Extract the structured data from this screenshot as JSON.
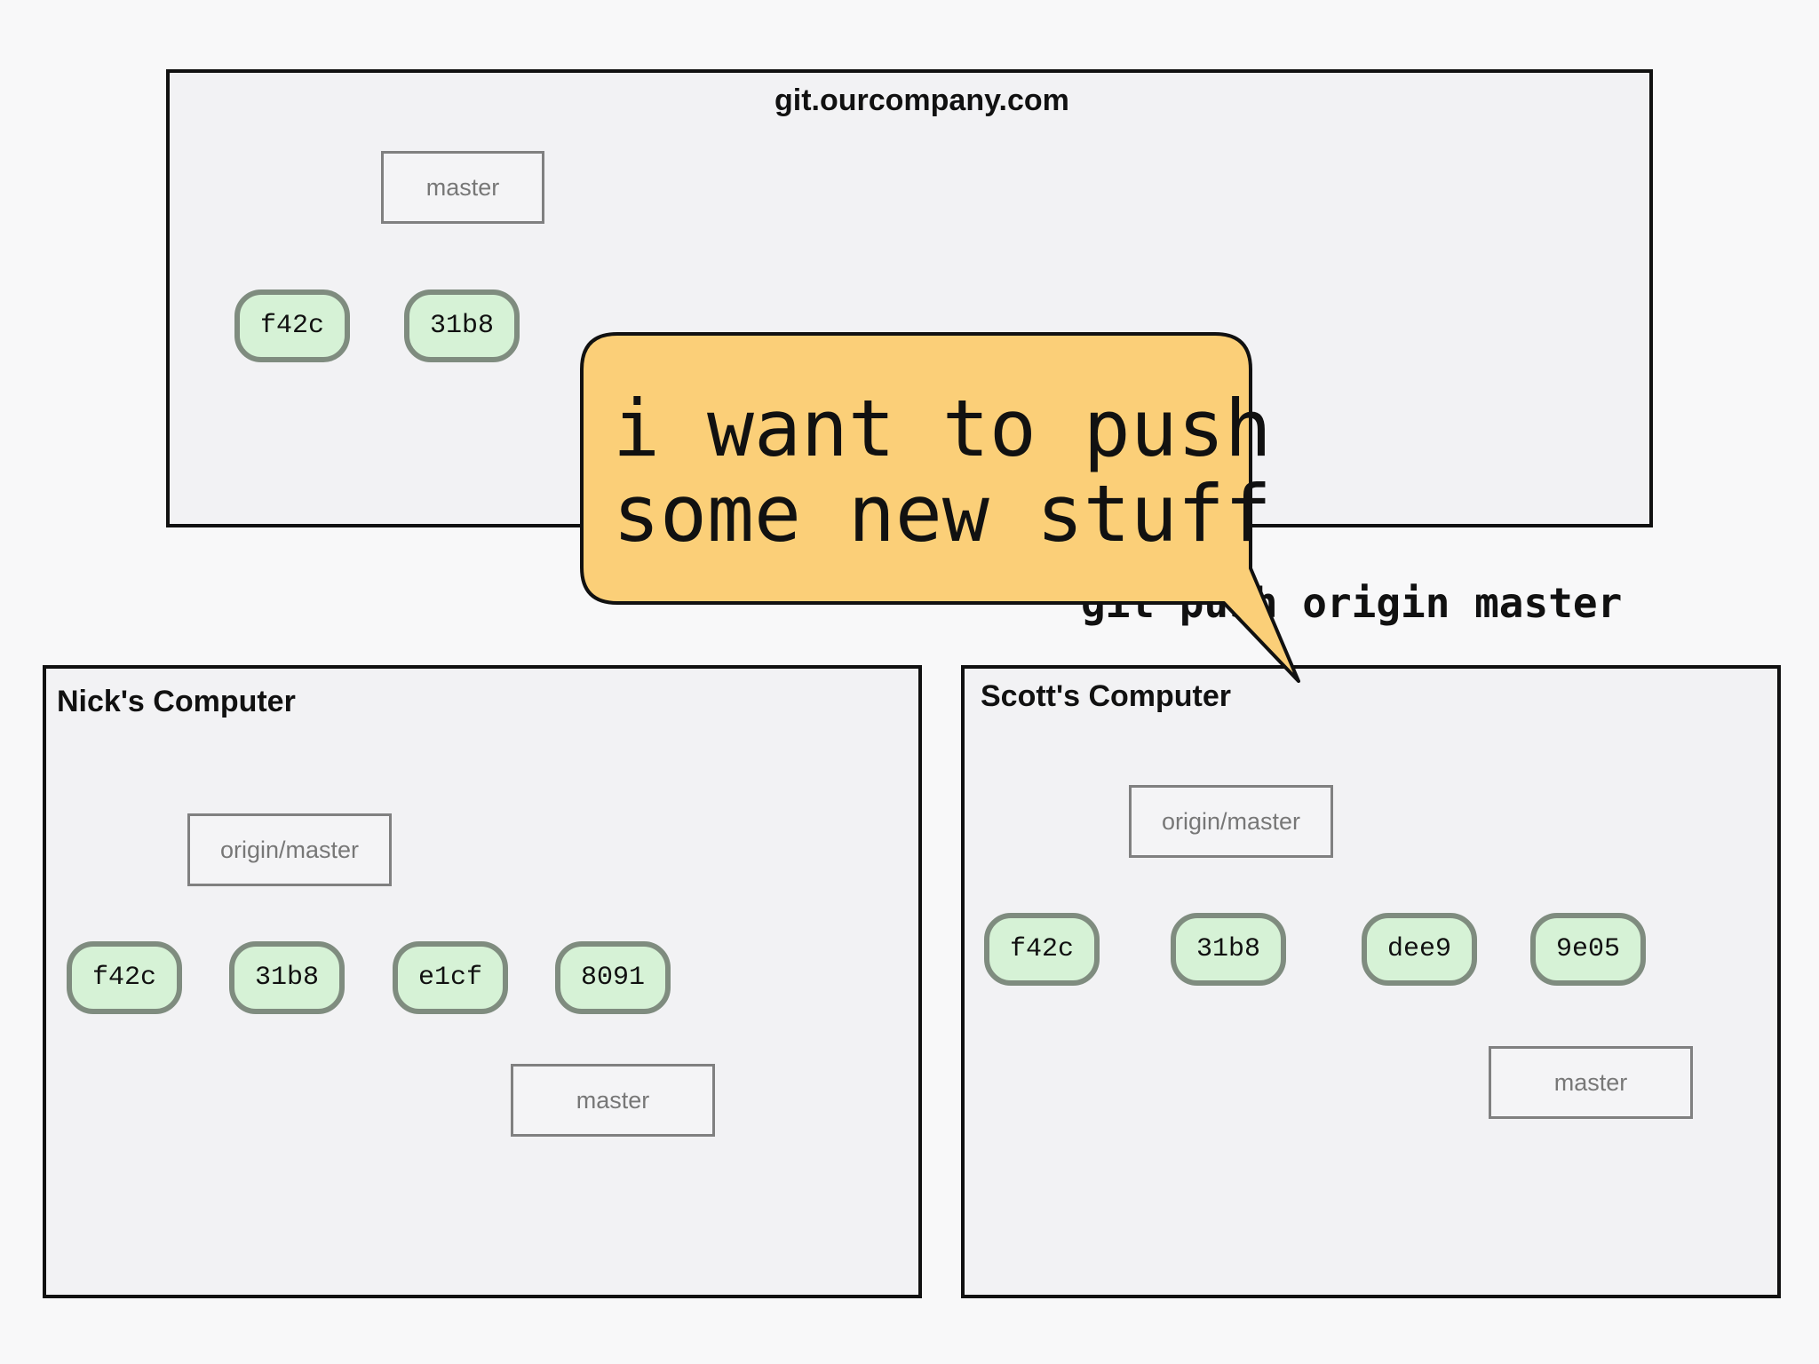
{
  "server": {
    "title": "git.ourcompany.com",
    "commits": [
      "f42c",
      "31b8"
    ],
    "refs": {
      "master": "master"
    }
  },
  "nick": {
    "title": "Nick's Computer",
    "commits": [
      "f42c",
      "31b8",
      "e1cf",
      "8091"
    ],
    "refs": {
      "origin_master": "origin/master",
      "master": "master"
    }
  },
  "scott": {
    "title": "Scott's Computer",
    "commits": [
      "f42c",
      "31b8",
      "dee9",
      "9e05"
    ],
    "refs": {
      "origin_master": "origin/master",
      "master": "master"
    }
  },
  "command": "git push origin master",
  "bubble": {
    "line1": "i want to push",
    "line2": "some new stuff",
    "fill": "#fbcf78",
    "stroke": "#111111"
  },
  "colors": {
    "commit_fill": "#d6f2d6",
    "commit_border": "#7f8c7f",
    "panel_fill": "#f2f2f4"
  }
}
